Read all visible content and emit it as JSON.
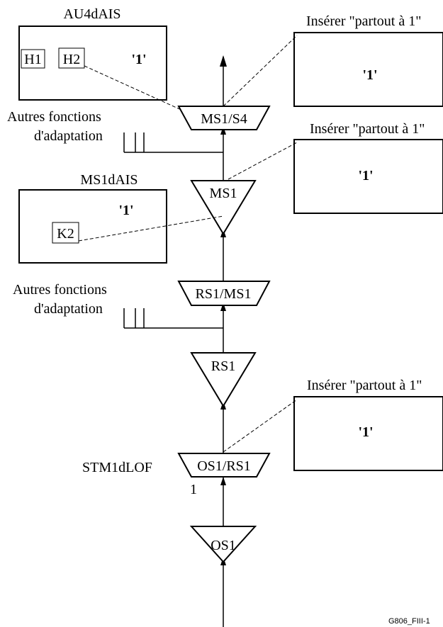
{
  "au4_box": {
    "title": "AU4dAIS",
    "h1": "H1",
    "h2": "H2",
    "value": "'1'"
  },
  "ms1_box": {
    "title": "MS1dAIS",
    "k2": "K2",
    "value": "'1'"
  },
  "insert_boxes": [
    {
      "title": "Insérer \"partout à 1\"",
      "value": "'1'"
    },
    {
      "title": "Insérer \"partout à 1\"",
      "value": "'1'"
    },
    {
      "title": "Insérer \"partout à 1\"",
      "value": "'1'"
    }
  ],
  "other_functions": [
    {
      "line1": "Autres fonctions",
      "line2": "d'adaptation"
    },
    {
      "line1": "Autres fonctions",
      "line2": "d'adaptation"
    }
  ],
  "functions": {
    "ms1_s4": "MS1/S4",
    "ms1": "MS1",
    "rs1_ms1": "RS1/MS1",
    "rs1": "RS1",
    "os1_rs1": "OS1/RS1",
    "os1": "OS1"
  },
  "stm1dlof": {
    "label": "STM1dLOF",
    "index": "1"
  },
  "figure_id": "G806_FIII-1"
}
